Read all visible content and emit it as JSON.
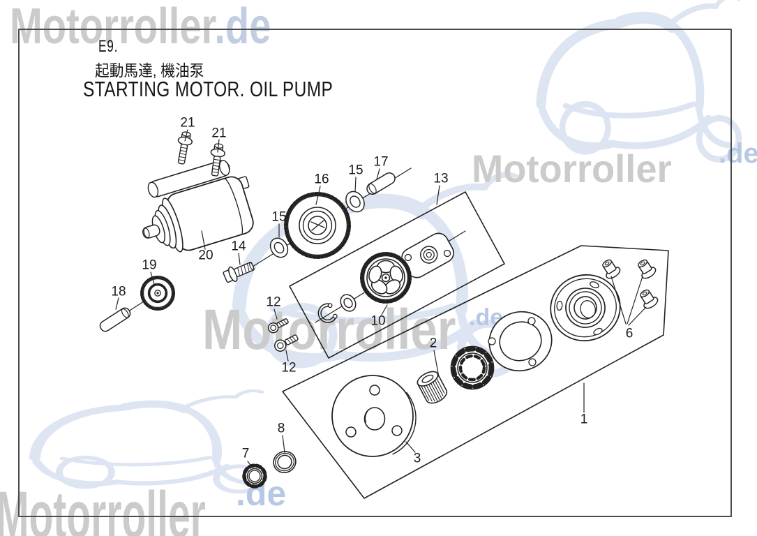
{
  "watermarks": {
    "brand_full": "Motorroller.de",
    "brand": "Motorroller",
    "suffix": ".de",
    "text_color": "#cbcbcb",
    "suffix_color": "#b7c8e4",
    "art_color": "#dee5f2"
  },
  "title_block": {
    "section_code": "E9.",
    "title_zh": "起動馬達, 機油泵",
    "title_en": "STARTING MOTOR. OIL PUMP"
  },
  "diagram_colors": {
    "line": "#222222",
    "frame": "#4b4b4b"
  },
  "callouts": [
    {
      "num": "21"
    },
    {
      "num": "21"
    },
    {
      "num": "16"
    },
    {
      "num": "15"
    },
    {
      "num": "17"
    },
    {
      "num": "13"
    },
    {
      "num": "15"
    },
    {
      "num": "14"
    },
    {
      "num": "20"
    },
    {
      "num": "19"
    },
    {
      "num": "18"
    },
    {
      "num": "12"
    },
    {
      "num": "12"
    },
    {
      "num": "10"
    },
    {
      "num": "2"
    },
    {
      "num": "3"
    },
    {
      "num": "8"
    },
    {
      "num": "7"
    },
    {
      "num": "1"
    },
    {
      "num": "6"
    }
  ]
}
